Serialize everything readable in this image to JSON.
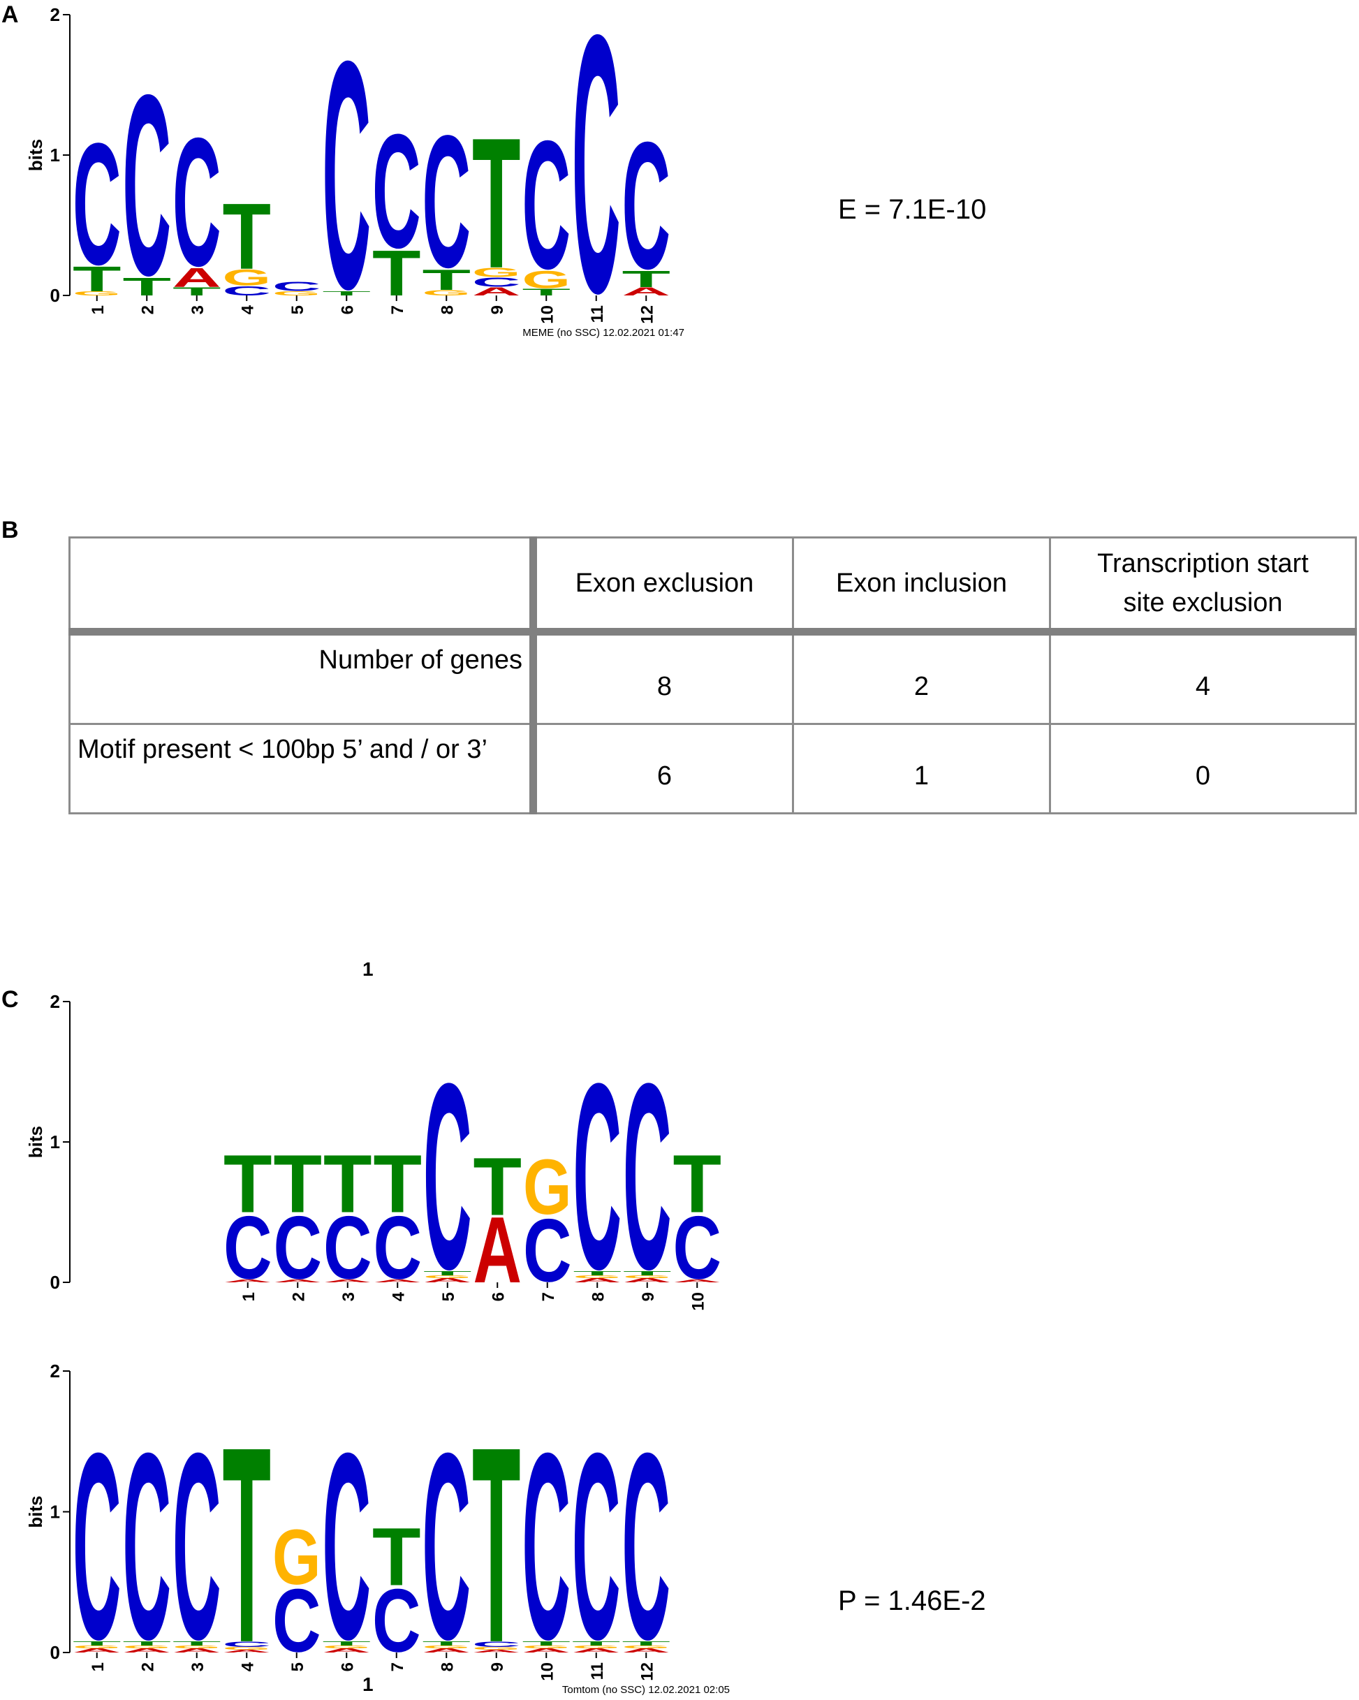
{
  "panels": {
    "A": {
      "letter": "A",
      "stat": "E =  7.1E-10",
      "credit": "MEME (no SSC) 12.02.2021 01:47"
    },
    "B": {
      "letter": "B"
    },
    "C": {
      "letter": "C",
      "stat": "P =  1.46E-2",
      "credit": "Tomtom (no SSC) 12.02.2021 02:05",
      "offset_top": "1",
      "offset_bottom": "1"
    }
  },
  "table": {
    "headers": [
      "",
      "Exon exclusion",
      "Exon inclusion",
      "Transcription start site exclusion"
    ],
    "header_lines": {
      "tss_line1": "Transcription start",
      "tss_line2": "site exclusion"
    },
    "rows": [
      {
        "label": "Number of genes",
        "values": [
          "8",
          "2",
          "4"
        ]
      },
      {
        "label": "Motif present < 100bp 5’ and / or 3’",
        "values": [
          "6",
          "1",
          "0"
        ]
      }
    ]
  },
  "colors": {
    "A": "#cc0000",
    "C": "#0000cc",
    "G": "#ffb300",
    "T": "#008000"
  },
  "chart_data": [
    {
      "type": "sequence-logo",
      "panel": "A",
      "ylabel": "bits",
      "ylim": [
        0,
        2
      ],
      "yticks": [
        "0",
        "1",
        "2"
      ],
      "positions": [
        "1",
        "2",
        "3",
        "4",
        "5",
        "6",
        "7",
        "8",
        "9",
        "10",
        "11",
        "12"
      ],
      "columns": [
        [
          [
            "G",
            0.03
          ],
          [
            "T",
            0.18
          ],
          [
            "C",
            0.93
          ]
        ],
        [
          [
            "T",
            0.13
          ],
          [
            "C",
            1.38
          ]
        ],
        [
          [
            "T",
            0.06
          ],
          [
            "A",
            0.14
          ],
          [
            "C",
            0.98
          ]
        ],
        [
          [
            "C",
            0.07
          ],
          [
            "G",
            0.12
          ],
          [
            "T",
            0.48
          ]
        ],
        [
          [
            "G",
            0.03
          ],
          [
            "C",
            0.07
          ]
        ],
        [
          [
            "T",
            0.03
          ],
          [
            "C",
            1.74
          ]
        ],
        [
          [
            "T",
            0.33
          ],
          [
            "C",
            0.87
          ]
        ],
        [
          [
            "G",
            0.04
          ],
          [
            "T",
            0.15
          ],
          [
            "C",
            1.01
          ]
        ],
        [
          [
            "A",
            0.06
          ],
          [
            "C",
            0.07
          ],
          [
            "G",
            0.07
          ],
          [
            "T",
            0.95
          ]
        ],
        [
          [
            "T",
            0.05
          ],
          [
            "G",
            0.13
          ],
          [
            "C",
            0.98
          ]
        ],
        [
          [
            "C",
            1.97
          ]
        ],
        [
          [
            "A",
            0.06
          ],
          [
            "T",
            0.12
          ],
          [
            "C",
            0.97
          ]
        ]
      ]
    },
    {
      "type": "sequence-logo",
      "panel": "C-query",
      "ylabel": "bits",
      "ylim": [
        0,
        2
      ],
      "yticks": [
        "0",
        "1",
        "2"
      ],
      "positions": [
        "1",
        "2",
        "3",
        "4",
        "5",
        "6",
        "7",
        "8",
        "9",
        "10"
      ],
      "columns": [
        [
          [
            "A",
            0.02
          ],
          [
            "C",
            0.48
          ],
          [
            "T",
            0.42
          ]
        ],
        [
          [
            "A",
            0.02
          ],
          [
            "C",
            0.48
          ],
          [
            "T",
            0.42
          ]
        ],
        [
          [
            "A",
            0.02
          ],
          [
            "C",
            0.48
          ],
          [
            "T",
            0.42
          ]
        ],
        [
          [
            "A",
            0.02
          ],
          [
            "C",
            0.48
          ],
          [
            "T",
            0.42
          ]
        ],
        [
          [
            "A",
            0.03
          ],
          [
            "G",
            0.02
          ],
          [
            "T",
            0.03
          ],
          [
            "C",
            1.42
          ]
        ],
        [
          [
            "A",
            0.48
          ],
          [
            "T",
            0.42
          ]
        ],
        [
          [
            "C",
            0.48
          ],
          [
            "G",
            0.42
          ]
        ],
        [
          [
            "A",
            0.03
          ],
          [
            "G",
            0.02
          ],
          [
            "T",
            0.03
          ],
          [
            "C",
            1.42
          ]
        ],
        [
          [
            "A",
            0.03
          ],
          [
            "G",
            0.02
          ],
          [
            "T",
            0.03
          ],
          [
            "C",
            1.42
          ]
        ],
        [
          [
            "A",
            0.02
          ],
          [
            "C",
            0.48
          ],
          [
            "T",
            0.42
          ]
        ]
      ]
    },
    {
      "type": "sequence-logo",
      "panel": "C-target",
      "ylabel": "bits",
      "ylim": [
        0,
        2
      ],
      "yticks": [
        "0",
        "1",
        "2"
      ],
      "positions": [
        "1",
        "2",
        "3",
        "4",
        "5",
        "6",
        "7",
        "8",
        "9",
        "10",
        "11",
        "12"
      ],
      "columns": [
        [
          [
            "A",
            0.03
          ],
          [
            "G",
            0.02
          ],
          [
            "T",
            0.03
          ],
          [
            "C",
            1.42
          ]
        ],
        [
          [
            "A",
            0.03
          ],
          [
            "G",
            0.02
          ],
          [
            "T",
            0.03
          ],
          [
            "C",
            1.42
          ]
        ],
        [
          [
            "A",
            0.03
          ],
          [
            "G",
            0.02
          ],
          [
            "T",
            0.03
          ],
          [
            "C",
            1.42
          ]
        ],
        [
          [
            "A",
            0.02
          ],
          [
            "G",
            0.02
          ],
          [
            "C",
            0.04
          ],
          [
            "T",
            1.42
          ]
        ],
        [
          [
            "C",
            0.48
          ],
          [
            "G",
            0.42
          ]
        ],
        [
          [
            "A",
            0.03
          ],
          [
            "G",
            0.02
          ],
          [
            "T",
            0.03
          ],
          [
            "C",
            1.42
          ]
        ],
        [
          [
            "C",
            0.48
          ],
          [
            "T",
            0.42
          ]
        ],
        [
          [
            "A",
            0.03
          ],
          [
            "G",
            0.02
          ],
          [
            "T",
            0.03
          ],
          [
            "C",
            1.42
          ]
        ],
        [
          [
            "A",
            0.02
          ],
          [
            "G",
            0.02
          ],
          [
            "C",
            0.04
          ],
          [
            "T",
            1.42
          ]
        ],
        [
          [
            "A",
            0.03
          ],
          [
            "G",
            0.02
          ],
          [
            "T",
            0.03
          ],
          [
            "C",
            1.42
          ]
        ],
        [
          [
            "A",
            0.03
          ],
          [
            "G",
            0.02
          ],
          [
            "T",
            0.03
          ],
          [
            "C",
            1.42
          ]
        ],
        [
          [
            "A",
            0.03
          ],
          [
            "G",
            0.02
          ],
          [
            "T",
            0.03
          ],
          [
            "C",
            1.42
          ]
        ]
      ]
    }
  ]
}
